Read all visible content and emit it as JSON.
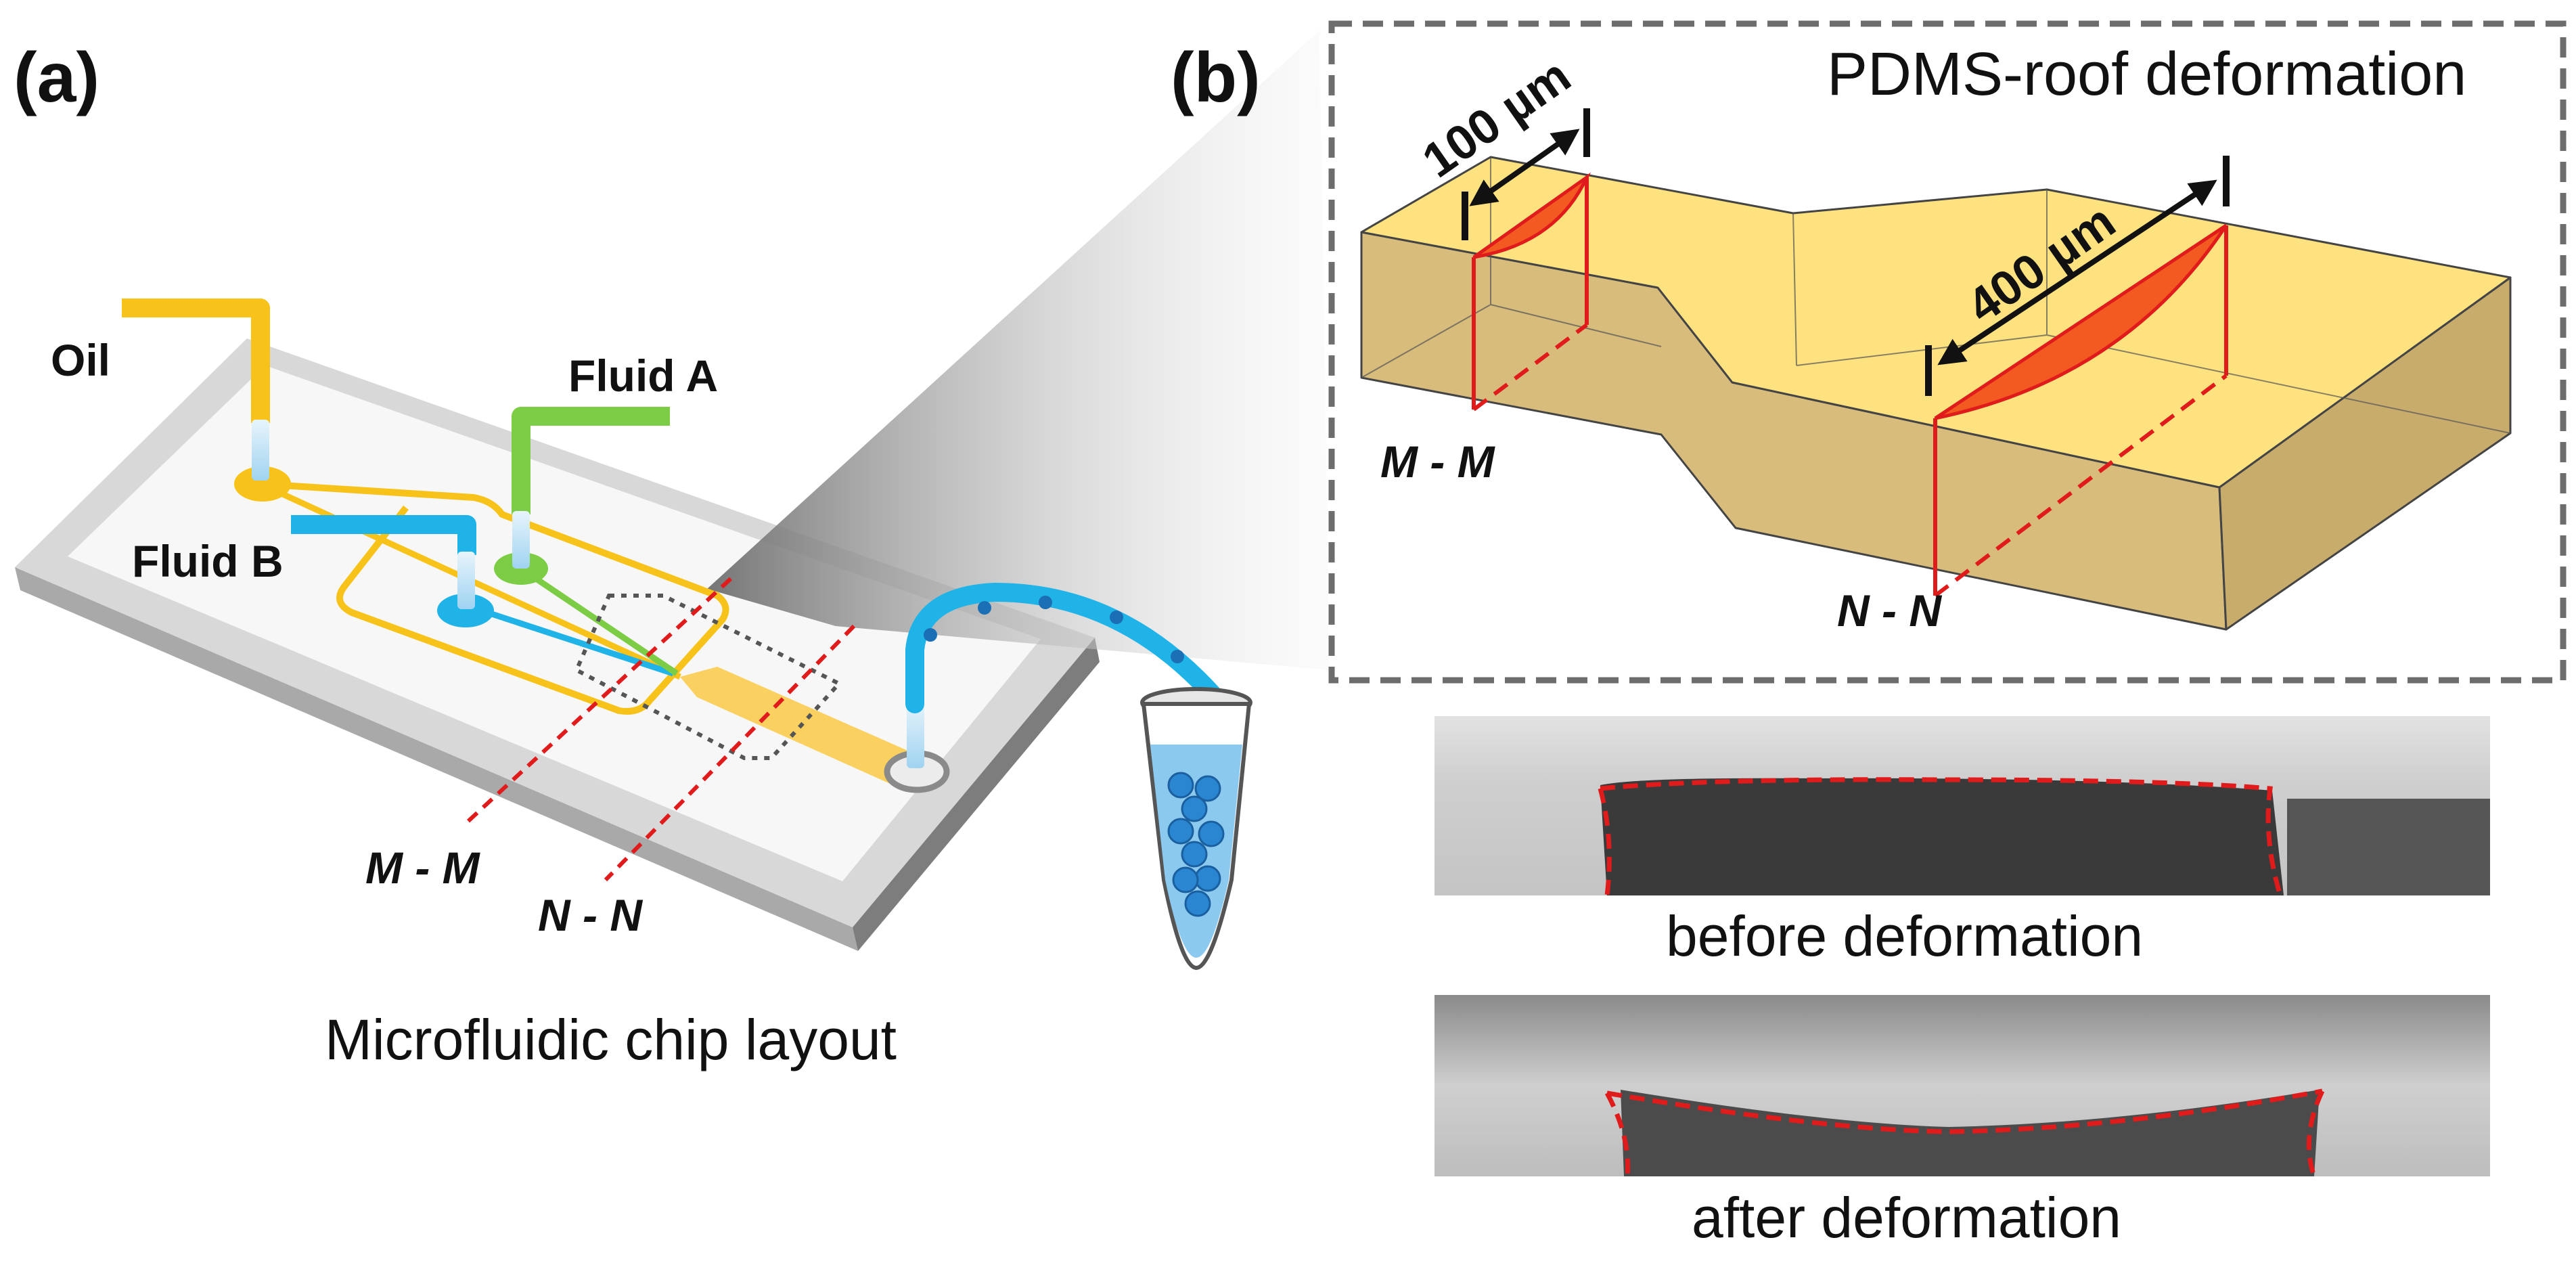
{
  "panel_a": {
    "label": "(a)",
    "caption": "Microfluidic chip layout",
    "inlets": {
      "oil": "Oil",
      "fluid_a": "Fluid A",
      "fluid_b": "Fluid B"
    },
    "sections": {
      "m": "M - M",
      "n": "N - N"
    }
  },
  "panel_b": {
    "label": "(b)",
    "title": "PDMS-roof deformation",
    "dimensions": {
      "narrow": "100 µm",
      "wide": "400 µm"
    },
    "sections": {
      "m": "M - M",
      "n": "N - N"
    },
    "micrographs": [
      {
        "caption": "before deformation"
      },
      {
        "caption": "after deformation"
      }
    ]
  },
  "colors": {
    "oil": "#f7c21a",
    "fluid_a": "#7ccc45",
    "fluid_b": "#1fb3e8",
    "channel_fill": "#fde27f",
    "channel_shade": "#d8bc7b",
    "deformation": "#f25a22",
    "section_line": "#e01b1b",
    "droplet": "#1a7fc9"
  }
}
